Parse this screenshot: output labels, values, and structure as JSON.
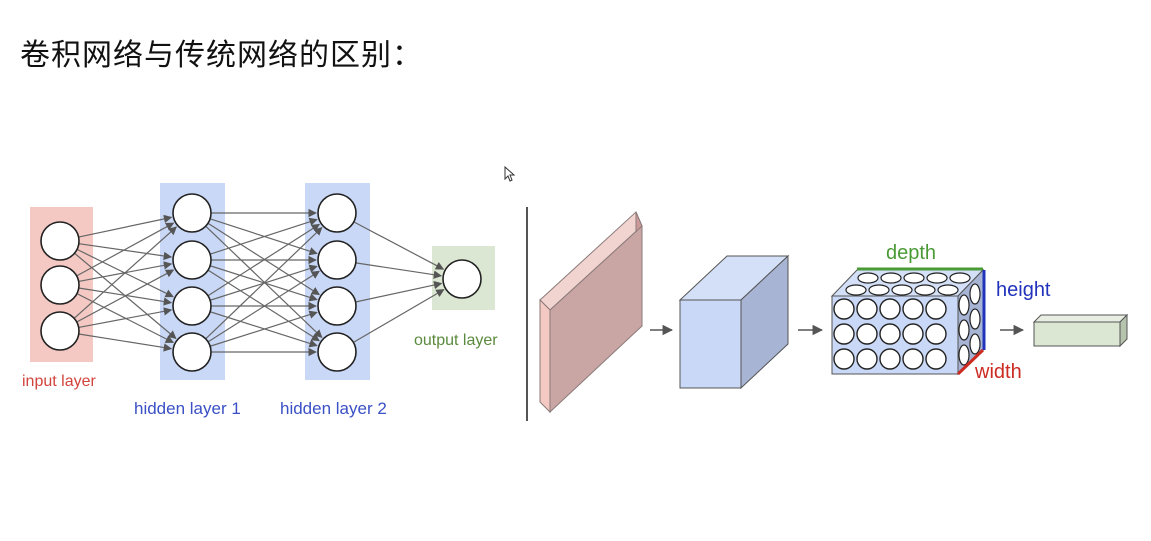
{
  "title": "卷积网络与传统网络的区别：",
  "nn": {
    "input_label": "input layer",
    "hidden1_label": "hidden layer 1",
    "hidden2_label": "hidden layer 2",
    "output_label": "output layer"
  },
  "cnn": {
    "depth_label": "depth",
    "height_label": "height",
    "width_label": "width"
  },
  "colors": {
    "input": "#f4c9c3",
    "hidden": "#c9d8f6",
    "output": "#dbe7d2",
    "input_text": "#d2433b",
    "hidden_text": "#3a50c5",
    "output_text": "#5a8a3c",
    "depth": "#4a9a36",
    "height": "#2233bb",
    "width": "#cc2b22"
  }
}
